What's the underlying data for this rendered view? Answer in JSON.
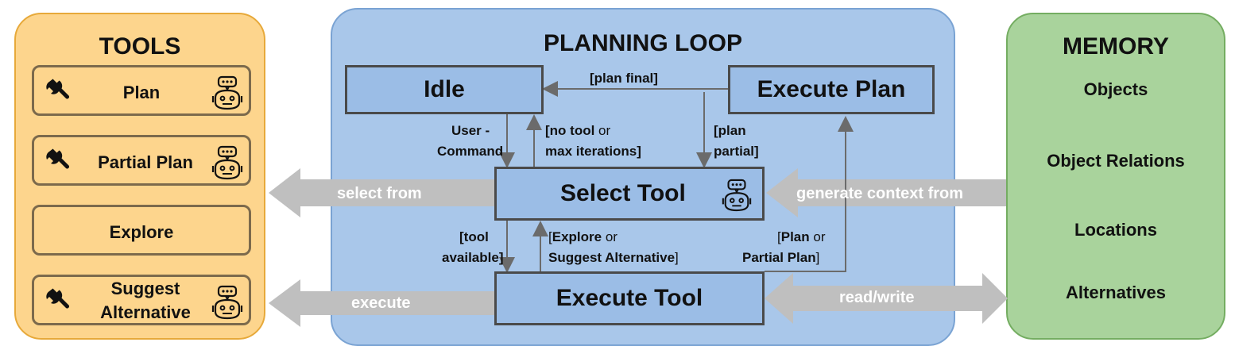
{
  "tools": {
    "title": "TOOLS",
    "items": [
      {
        "label": "Plan"
      },
      {
        "label": "Partial Plan"
      },
      {
        "label": "Explore"
      },
      {
        "label_line1": "Suggest",
        "label_line2": "Alternative"
      }
    ]
  },
  "loop": {
    "title": "PLANNING LOOP",
    "states": {
      "idle": "Idle",
      "execute_plan": "Execute Plan",
      "select_tool": "Select Tool",
      "execute_tool": "Execute Tool"
    },
    "transitions": {
      "plan_final": "[plan final]",
      "user_command_1": "User -",
      "user_command_2": "Command",
      "no_tool_1a": "[no tool",
      "no_tool_1b": " or",
      "no_tool_2": "max iterations]",
      "plan_partial_1": "[plan",
      "plan_partial_2": "partial]",
      "tool_available_1": "[tool",
      "tool_available_2": "available]",
      "explore_or_1a": "[",
      "explore_or_1b": "Explore",
      "explore_or_1c": " or",
      "explore_or_2a": "Suggest Alternative",
      "explore_or_2b": "]",
      "plan_or_1a": "[",
      "plan_or_1b": "Plan",
      "plan_or_1c": " or",
      "plan_or_2a": "Partial Plan",
      "plan_or_2b": "]"
    }
  },
  "arrows": {
    "select_from": "select from",
    "execute": "execute",
    "generate_context": "generate context from",
    "read_write": "read/write"
  },
  "memory": {
    "title": "MEMORY",
    "items": [
      "Objects",
      "Object Relations",
      "Locations",
      "Alternatives"
    ]
  },
  "colors": {
    "tools_bg": "#fdd58d",
    "loop_bg": "#a9c7ea",
    "memory_bg": "#a9d39c",
    "state_bg": "#9bbde6",
    "arrow_gray": "#bfbfbf"
  },
  "icons": [
    "wrench-icon",
    "robot-chat-icon"
  ]
}
